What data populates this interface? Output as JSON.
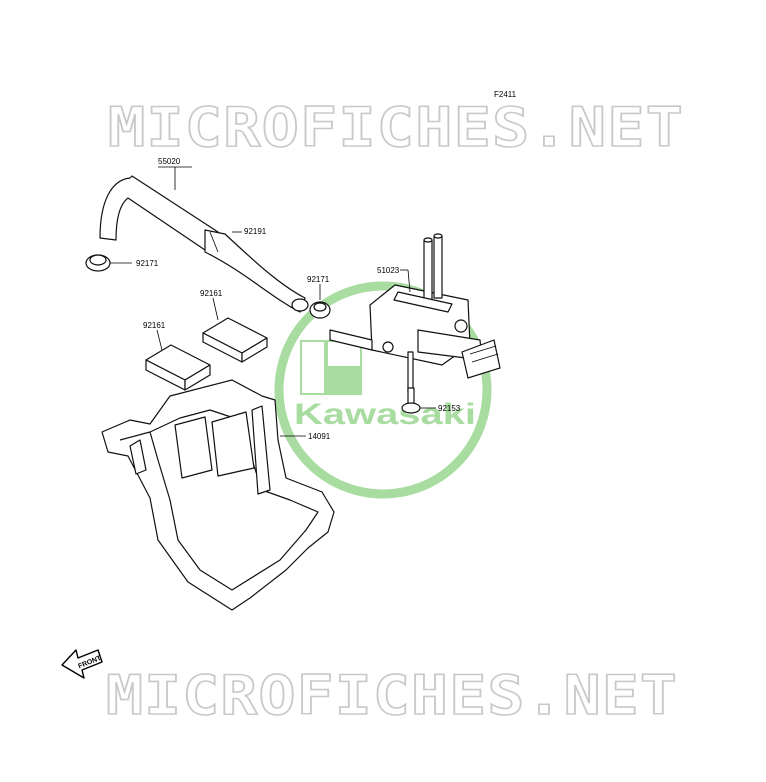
{
  "figure_code": "F2411",
  "watermark_text": "MICROFICHES.NET",
  "logo": {
    "text": "Kawasaki",
    "color": "#a8dca0"
  },
  "front_label": "FRONT",
  "parts": [
    {
      "number": "55020"
    },
    {
      "number": "92191"
    },
    {
      "number": "92171"
    },
    {
      "number": "92171"
    },
    {
      "number": "51023"
    },
    {
      "number": "92161"
    },
    {
      "number": "92161"
    },
    {
      "number": "92153"
    },
    {
      "number": "14091"
    }
  ]
}
